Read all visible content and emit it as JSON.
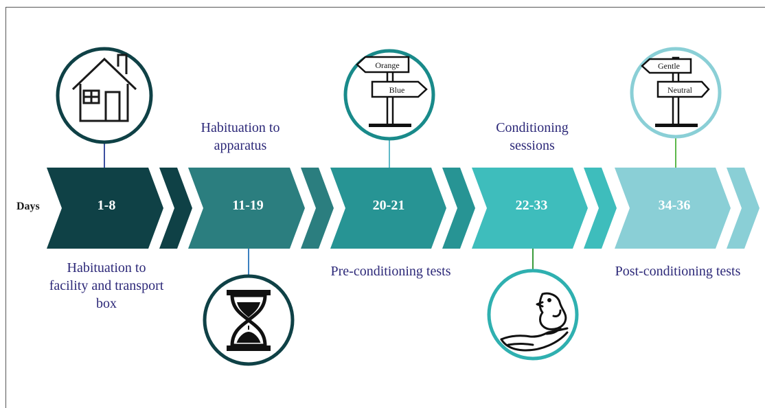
{
  "days_label": "Days",
  "stages": [
    {
      "range": "1-8",
      "color": "#0f4146"
    },
    {
      "range": "11-19",
      "color": "#2b7e7f"
    },
    {
      "range": "20-21",
      "color": "#279494"
    },
    {
      "range": "22-33",
      "color": "#3ebdbc"
    },
    {
      "range": "34-36",
      "color": "#8acfd6"
    }
  ],
  "captions": {
    "c1": "Habituation to facility and transport box",
    "c2": "Habituation to apparatus",
    "c3": "Pre-conditioning tests",
    "c4": "Conditioning sessions",
    "c5": "Post-conditioning tests"
  },
  "signs": {
    "pre": {
      "top": "Orange",
      "bottom": "Blue"
    },
    "post": {
      "top": "Gentle",
      "bottom": "Neutral"
    }
  },
  "icons": [
    "house-icon",
    "hourglass-icon",
    "signpost-icon",
    "hand-chick-icon",
    "signpost-icon"
  ]
}
